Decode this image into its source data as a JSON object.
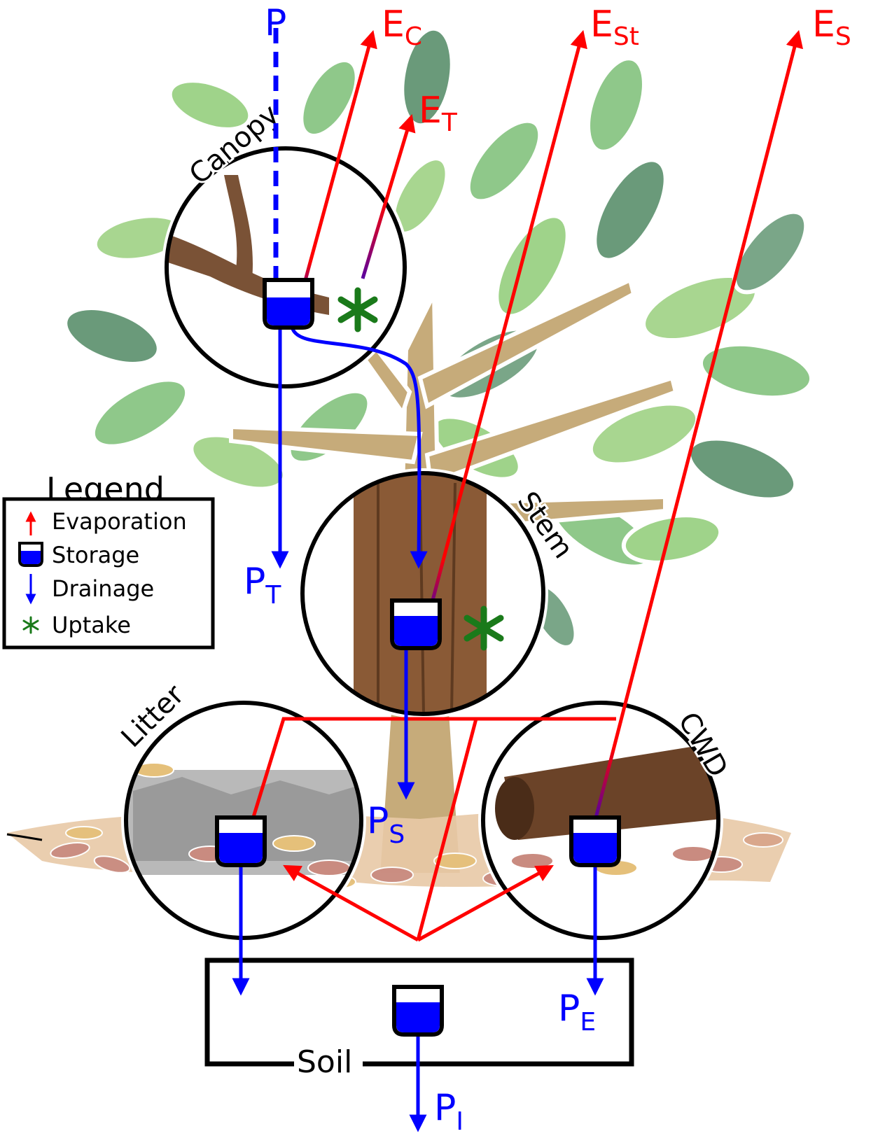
{
  "labels": {
    "precip": "P",
    "ec_main": "E",
    "ec_sub": "C",
    "et_main": "E",
    "et_sub": "T",
    "est_main": "E",
    "est_sub": "St",
    "es_main": "E",
    "es_sub": "S",
    "pt_main": "P",
    "pt_sub": "T",
    "ps_main": "P",
    "ps_sub": "S",
    "pe_main": "P",
    "pe_sub": "E",
    "pi_main": "P",
    "pi_sub": "I"
  },
  "compartments": {
    "canopy": "Canopy",
    "stem": "Stem",
    "litter": "Litter",
    "cwd": "CWD",
    "soil": "Soil"
  },
  "legend": {
    "title": "Legend",
    "items": [
      {
        "label": "Evaporation",
        "icon": "evaporation-arrow-icon"
      },
      {
        "label": "Storage",
        "icon": "storage-bucket-icon"
      },
      {
        "label": "Drainage",
        "icon": "drainage-arrow-icon"
      },
      {
        "label": "Uptake",
        "icon": "uptake-asterisk-icon"
      }
    ]
  },
  "colors": {
    "evaporation": "#ff0000",
    "drainage": "#0000ff",
    "uptake": "#1a7a1a",
    "storage_fill": "#0000ff",
    "outline": "#000000"
  }
}
